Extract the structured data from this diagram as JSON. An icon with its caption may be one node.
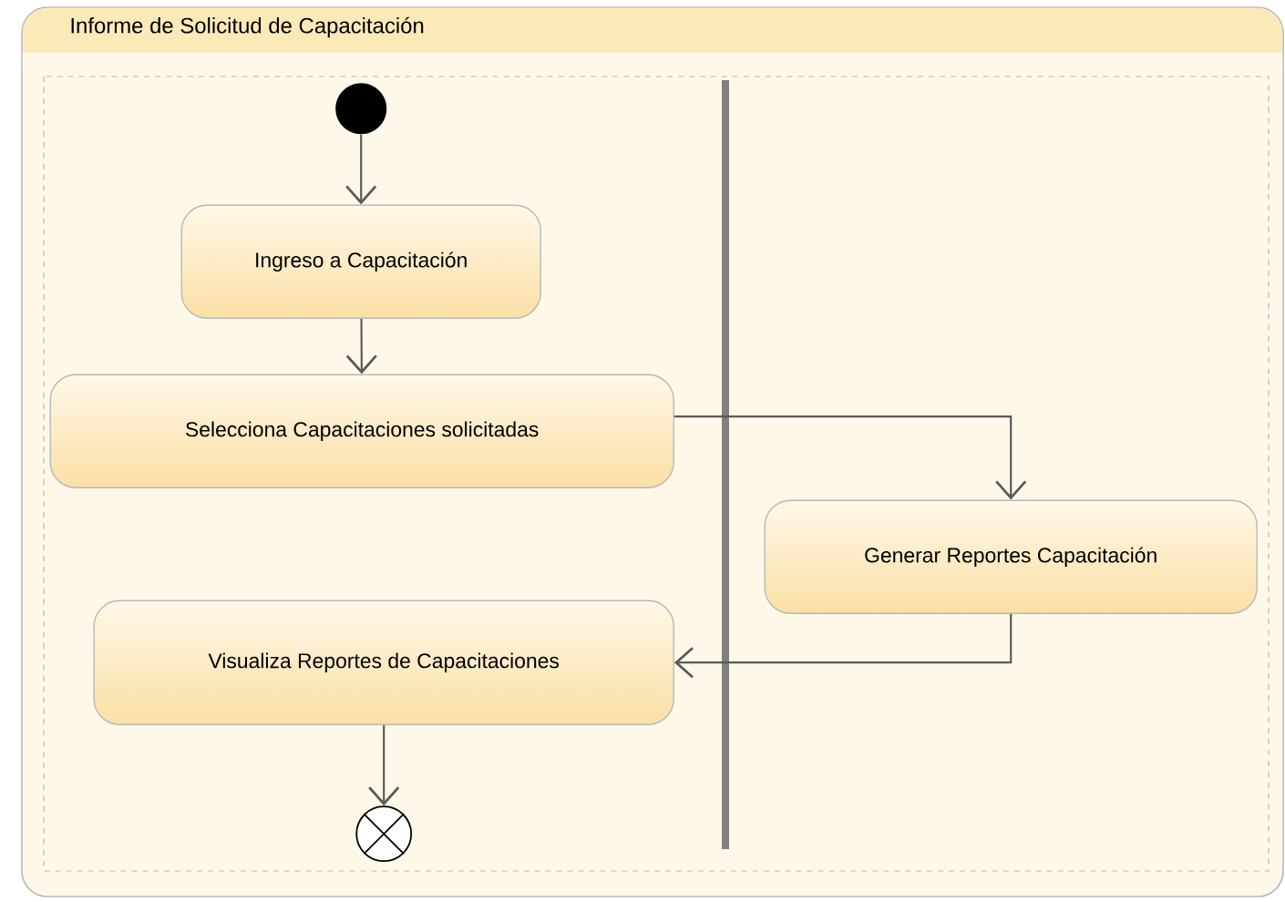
{
  "diagram": {
    "nodes": [
      {
        "text": [
          "Informe de Solicitud de Capacitación"
        ]
      },
      {
        "text": [],
        "shape": "circle",
        "in": 0
      },
      {
        "text": [
          "Ingreso a Capacitación"
        ],
        "in": 0
      },
      {
        "text": [
          "Selecciona Capacitaciones solicitadas"
        ],
        "in": 0
      },
      {
        "text": [
          "Generar Reportes Capacitación"
        ],
        "in": 0
      },
      {
        "text": [
          "Visualiza Reportes de Capacitaciones"
        ],
        "in": 0
      },
      {
        "text": [],
        "shape": "circle",
        "in": 0
      }
    ],
    "edges": [
      {
        "from": 1,
        "to": 2,
        "arrow": "to"
      },
      {
        "from": 2,
        "to": 3,
        "arrow": "to"
      },
      {
        "from": 3,
        "to": 4,
        "arrow": "to"
      },
      {
        "from": 4,
        "to": 5,
        "arrow": "to"
      },
      {
        "from": 5,
        "to": 6,
        "arrow": "to"
      }
    ]
  }
}
